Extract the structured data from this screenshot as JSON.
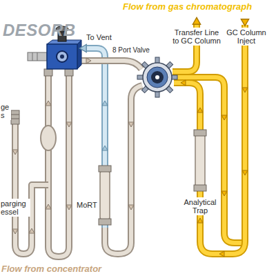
{
  "diagram": {
    "title": "DESORB",
    "labels": [
      "Flow from gas chromatograph",
      "To Vent",
      "8 Port Valve",
      "Transfer Line to GC Column",
      "GC Column Inject",
      "ge s",
      "parging essel",
      "MoRT",
      "Analytical Trap",
      "Flow from concentrator"
    ]
  }
}
